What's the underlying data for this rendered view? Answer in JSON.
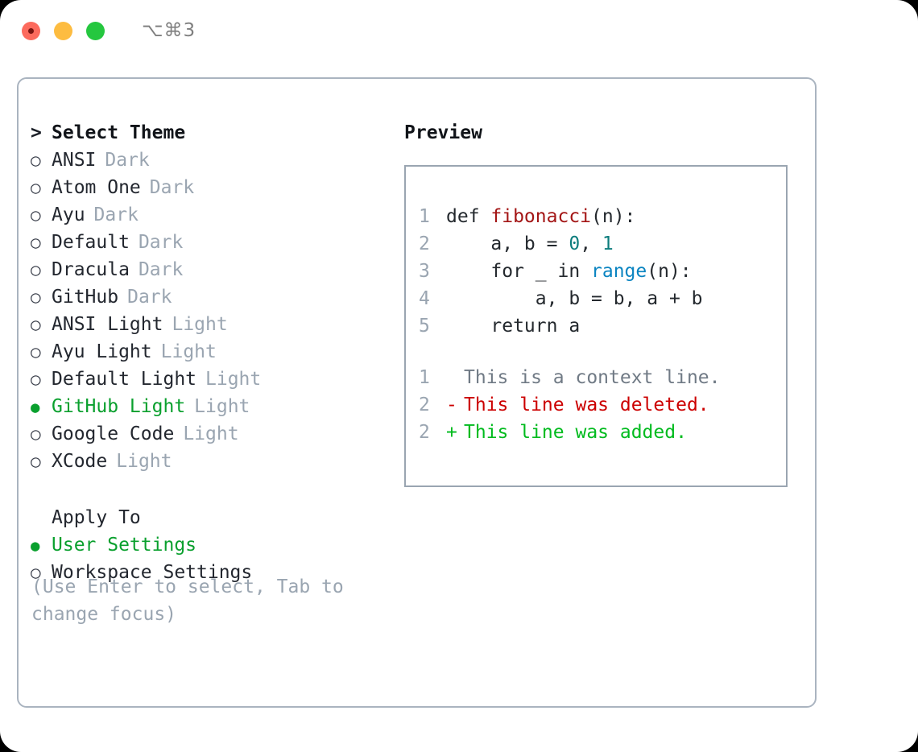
{
  "window": {
    "title": "⌥⌘3",
    "traffic_lights": [
      "close",
      "minimize",
      "zoom"
    ]
  },
  "theme_selector": {
    "header": {
      "caret": ">",
      "label": "Select Theme"
    },
    "items": [
      {
        "marker": "○",
        "label": "ANSI",
        "tag": "Dark",
        "selected": false
      },
      {
        "marker": "○",
        "label": "Atom One",
        "tag": "Dark",
        "selected": false
      },
      {
        "marker": "○",
        "label": "Ayu",
        "tag": "Dark",
        "selected": false
      },
      {
        "marker": "○",
        "label": "Default",
        "tag": "Dark",
        "selected": false
      },
      {
        "marker": "○",
        "label": "Dracula",
        "tag": "Dark",
        "selected": false
      },
      {
        "marker": "○",
        "label": "GitHub",
        "tag": "Dark",
        "selected": false
      },
      {
        "marker": "○",
        "label": "ANSI Light",
        "tag": "Light",
        "selected": false
      },
      {
        "marker": "○",
        "label": "Ayu Light",
        "tag": "Light",
        "selected": false
      },
      {
        "marker": "○",
        "label": "Default Light",
        "tag": "Light",
        "selected": false
      },
      {
        "marker": "●",
        "label": "GitHub Light",
        "tag": "Light",
        "selected": true
      },
      {
        "marker": "○",
        "label": "Google Code",
        "tag": "Light",
        "selected": false
      },
      {
        "marker": "○",
        "label": "XCode",
        "tag": "Light",
        "selected": false
      }
    ]
  },
  "apply_to": {
    "header": {
      "label": "Apply To"
    },
    "items": [
      {
        "marker": "●",
        "label": "User Settings",
        "selected": true
      },
      {
        "marker": "○",
        "label": "Workspace Settings",
        "selected": false
      }
    ]
  },
  "hint": "(Use Enter to select, Tab to change focus)",
  "preview": {
    "title": "Preview",
    "code_lines": [
      {
        "num": "1",
        "tokens": [
          {
            "t": "def ",
            "c": "kw"
          },
          {
            "t": "fibonacci",
            "c": "fn"
          },
          {
            "t": "(n):",
            "c": "plain"
          }
        ]
      },
      {
        "num": "2",
        "tokens": [
          {
            "t": "    a, b = ",
            "c": "plain"
          },
          {
            "t": "0",
            "c": "num"
          },
          {
            "t": ", ",
            "c": "plain"
          },
          {
            "t": "1",
            "c": "num"
          }
        ]
      },
      {
        "num": "3",
        "tokens": [
          {
            "t": "    for _ in ",
            "c": "plain"
          },
          {
            "t": "range",
            "c": "call"
          },
          {
            "t": "(n):",
            "c": "plain"
          }
        ]
      },
      {
        "num": "4",
        "tokens": [
          {
            "t": "        a, b = b, a + b",
            "c": "plain"
          }
        ]
      },
      {
        "num": "5",
        "tokens": [
          {
            "t": "    return a",
            "c": "plain"
          }
        ]
      }
    ],
    "diff_lines": [
      {
        "num": "1",
        "sign": " ",
        "text": "This is a context line.",
        "kind": "context"
      },
      {
        "num": "2",
        "sign": "-",
        "text": "This line was deleted.",
        "kind": "deleted"
      },
      {
        "num": "2",
        "sign": "+",
        "text": "This line was added.",
        "kind": "added"
      }
    ]
  },
  "colors": {
    "accent_green": "#0aa02e",
    "muted_gray": "#9aa5b1",
    "border": "#aab4c0",
    "text": "#23272f",
    "diff_deleted": "#cc0000",
    "diff_added": "#00bb1e",
    "syntax_function": "#a31515",
    "syntax_number": "#0d7d7d",
    "syntax_call": "#0a84c1"
  }
}
